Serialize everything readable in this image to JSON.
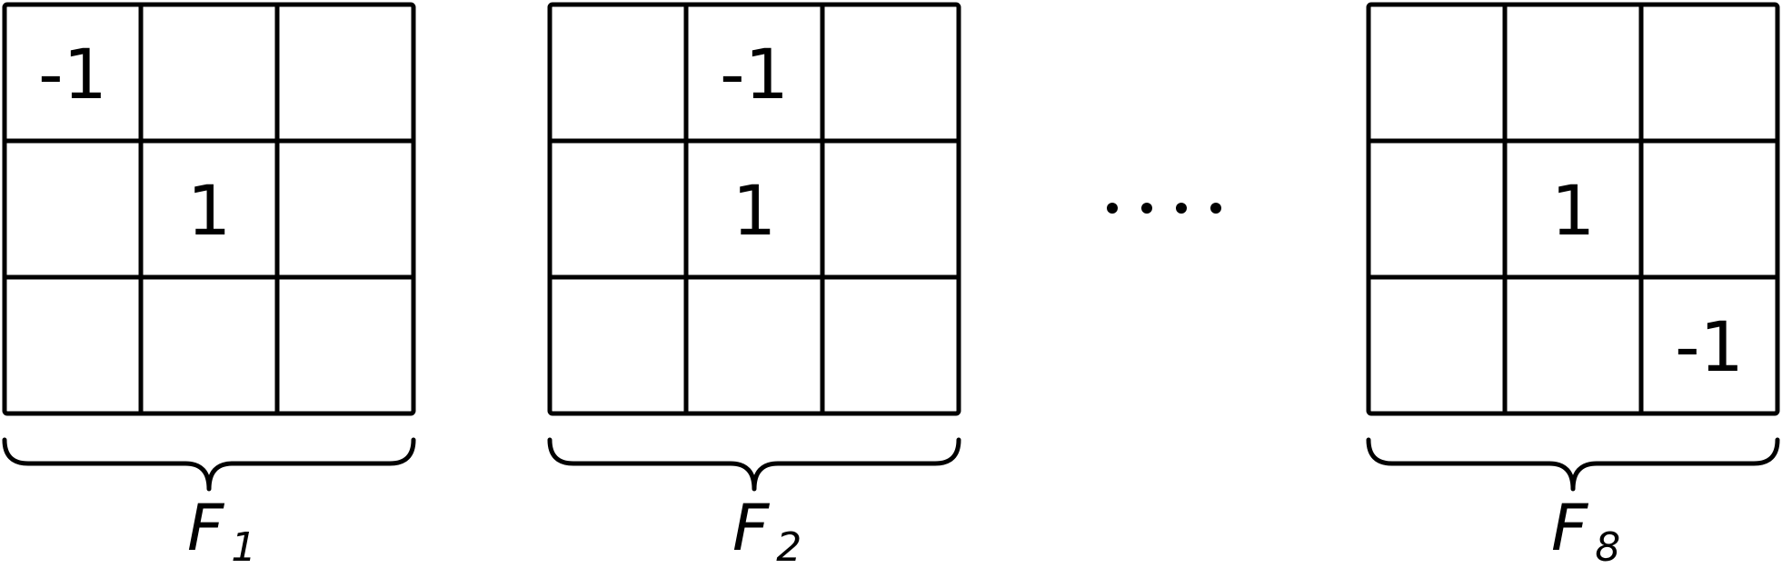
{
  "colors": {
    "line": "#000000",
    "background": "#ffffff"
  },
  "filters": [
    {
      "label_main": "F",
      "label_sub": "1",
      "cells": [
        [
          "-1",
          "",
          ""
        ],
        [
          "",
          "1",
          ""
        ],
        [
          "",
          "",
          ""
        ]
      ]
    },
    {
      "label_main": "F",
      "label_sub": "2",
      "cells": [
        [
          "",
          "-1",
          ""
        ],
        [
          "",
          "1",
          ""
        ],
        [
          "",
          "",
          ""
        ]
      ]
    },
    {
      "label_main": "F",
      "label_sub": "8",
      "cells": [
        [
          "",
          "",
          ""
        ],
        [
          "",
          "1",
          ""
        ],
        [
          "",
          "",
          "-1"
        ]
      ]
    }
  ],
  "ellipsis_dot_count": 4
}
